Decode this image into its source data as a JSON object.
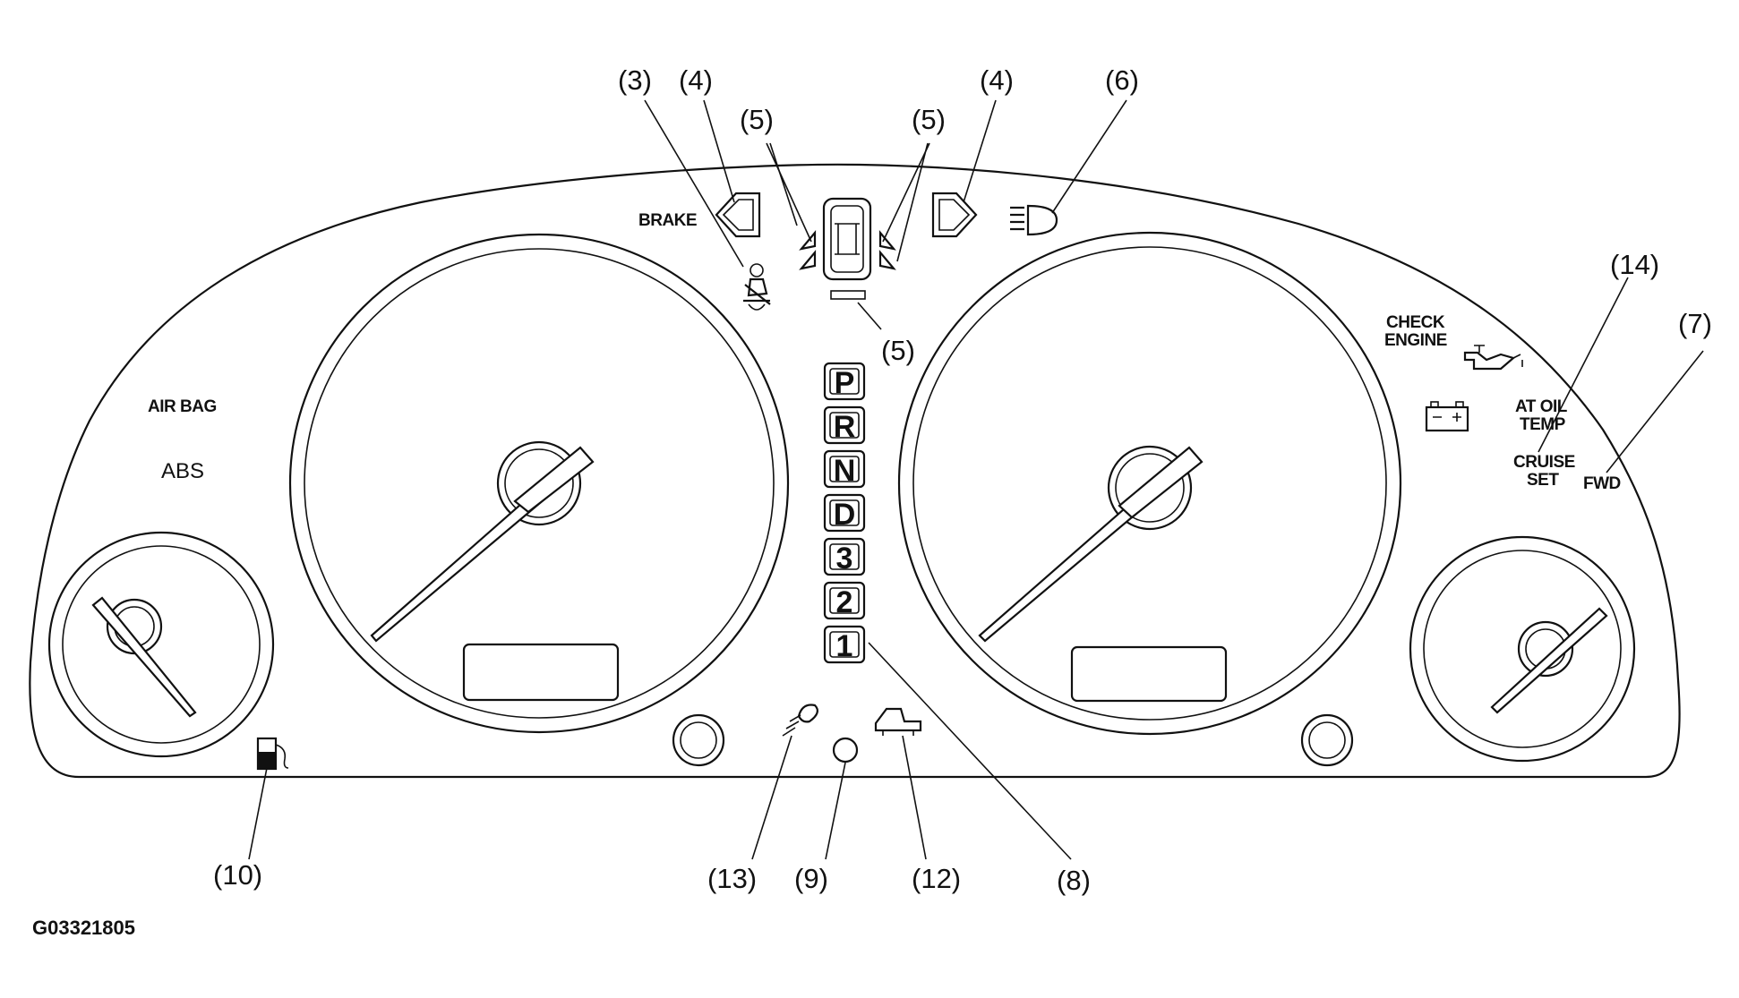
{
  "figure_id": "G03321805",
  "callouts": {
    "c3": "(3)",
    "c4a": "(4)",
    "c4b": "(4)",
    "c5a": "(5)",
    "c5b": "(5)",
    "c5c": "(5)",
    "c6": "(6)",
    "c14": "(14)",
    "c7": "(7)",
    "c10": "(10)",
    "c13": "(13)",
    "c9": "(9)",
    "c12": "(12)",
    "c8": "(8)"
  },
  "labels": {
    "brake": "BRAKE",
    "air_bag": "AIR BAG",
    "abs": "ABS",
    "check_engine_1": "CHECK",
    "check_engine_2": "ENGINE",
    "at_oil_temp_1": "AT OIL",
    "at_oil_temp_2": "TEMP",
    "cruise_set_1": "CRUISE",
    "cruise_set_2": "SET",
    "fwd": "FWD"
  },
  "gears": [
    "P",
    "R",
    "N",
    "D",
    "3",
    "2",
    "1"
  ],
  "icons": {
    "left_turn": "left-turn-arrow-icon",
    "right_turn": "right-turn-arrow-icon",
    "door_ajar": "door-ajar-car-icon",
    "seat_belt": "seat-belt-icon",
    "high_beam": "high-beam-icon",
    "oil_pressure": "oil-can-icon",
    "battery": "battery-icon",
    "fuel": "fuel-pump-icon",
    "fog_light": "fog-light-icon",
    "trunk_open": "trunk-open-icon"
  }
}
